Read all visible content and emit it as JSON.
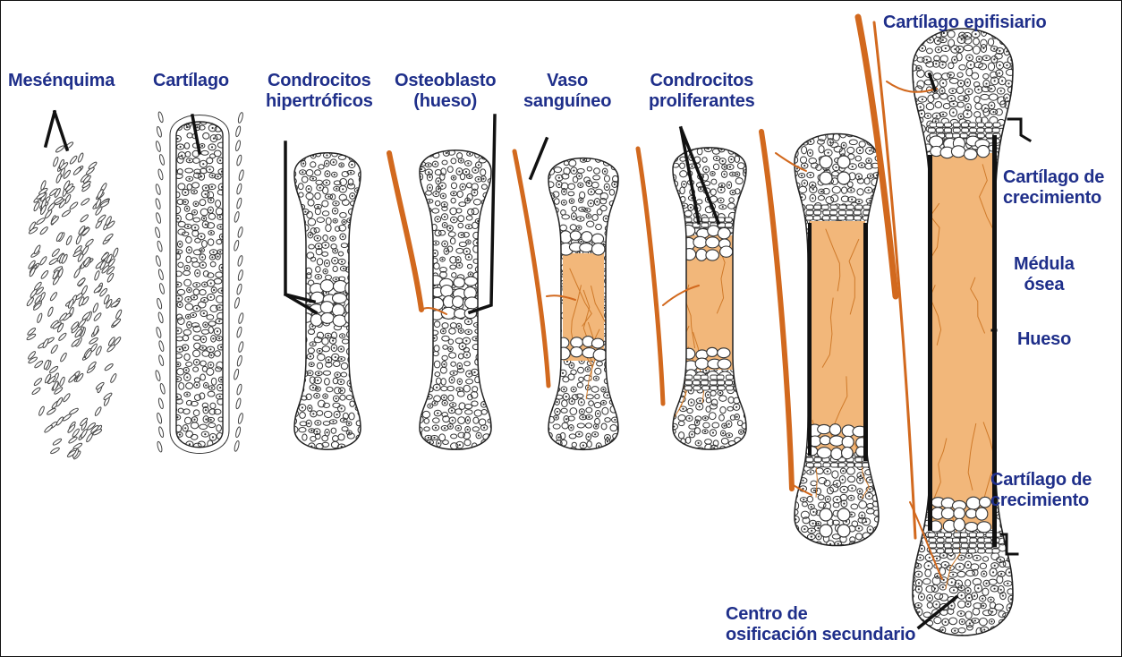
{
  "labels": {
    "mesenquima": "Mesénquima",
    "cartilago": "Cartílago",
    "condrocitos_hip_1": "Condrocitos",
    "condrocitos_hip_2": "hipertróficos",
    "osteoblasto_1": "Osteoblasto",
    "osteoblasto_2": "(hueso)",
    "vaso_1": "Vaso",
    "vaso_2": "sanguíneo",
    "condrocitos_pro_1": "Condrocitos",
    "condrocitos_pro_2": "proliferantes",
    "cartilago_epifisiario": "Cartílago epifisiario",
    "cart_crec_top_1": "Cartílago de",
    "cart_crec_top_2": "crecimiento",
    "medula_1": "Médula",
    "medula_2": "ósea",
    "hueso": "Hueso",
    "cart_crec_bot_1": "Cartílago de",
    "cart_crec_bot_2": "crecimiento",
    "centro_1": "Centro de",
    "centro_2": "osificación secundario"
  },
  "colors": {
    "label_text": "#1f2f8a",
    "cartilage_outline": "#222222",
    "bone_marrow": "#f2b77a",
    "blood_vessel": "#d2691e",
    "bone_cortex": "#111111"
  }
}
